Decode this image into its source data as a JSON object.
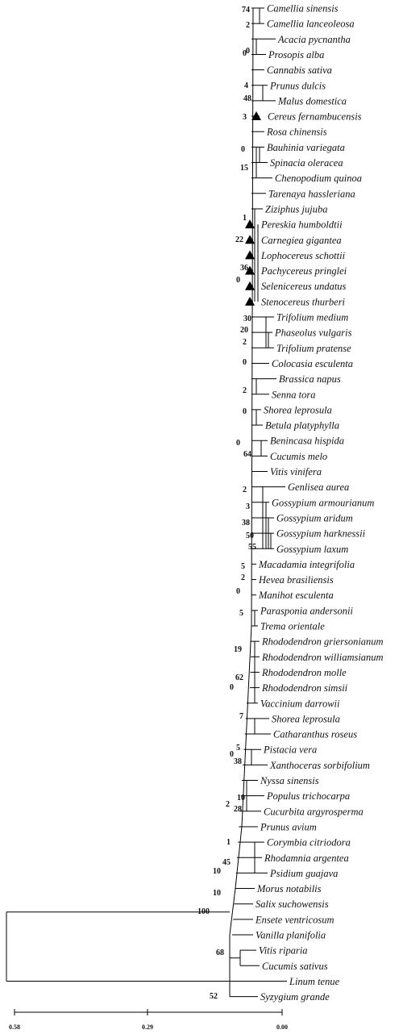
{
  "figure": {
    "marker_color": "#000000",
    "scale_ticks": [
      "0.58",
      "0.29",
      "0.00"
    ]
  },
  "taxa": [
    {
      "label": "Camellia sinensis"
    },
    {
      "label": "Camellia lanceoleosa"
    },
    {
      "label": "Acacia pycnantha"
    },
    {
      "label": "Prosopis alba"
    },
    {
      "label": "Cannabis sativa"
    },
    {
      "label": "Prunus dulcis"
    },
    {
      "label": "Malus domestica"
    },
    {
      "label": "Cereus fernambucensis",
      "marker": true
    },
    {
      "label": "Rosa chinensis"
    },
    {
      "label": "Bauhinia variegata"
    },
    {
      "label": "Spinacia oleracea"
    },
    {
      "label": "Chenopodium quinoa"
    },
    {
      "label": "Tarenaya hassleriana"
    },
    {
      "label": "Ziziphus jujuba"
    },
    {
      "label": "Pereskia humboldtii",
      "marker": true
    },
    {
      "label": "Carnegiea gigantea",
      "marker": true
    },
    {
      "label": "Lophocereus schottii",
      "marker": true
    },
    {
      "label": "Pachycereus pringlei",
      "marker": true
    },
    {
      "label": "Selenicereus undatus",
      "marker": true
    },
    {
      "label": "Stenocereus thurberi",
      "marker": true
    },
    {
      "label": "Trifolium medium"
    },
    {
      "label": "Phaseolus vulgaris"
    },
    {
      "label": "Trifolium pratense"
    },
    {
      "label": "Colocasia esculenta"
    },
    {
      "label": "Brassica napus"
    },
    {
      "label": "Senna tora"
    },
    {
      "label": "Shorea leprosula"
    },
    {
      "label": "Betula platyphylla"
    },
    {
      "label": "Benincasa hispida"
    },
    {
      "label": "Cucumis melo"
    },
    {
      "label": "Vitis vinifera"
    },
    {
      "label": "Genlisea aurea"
    },
    {
      "label": "Gossypium armourianum"
    },
    {
      "label": "Gossypium aridum"
    },
    {
      "label": "Gossypium harknessii"
    },
    {
      "label": "Gossypium laxum"
    },
    {
      "label": "Macadamia integrifolia"
    },
    {
      "label": "Hevea brasiliensis"
    },
    {
      "label": "Manihot esculenta"
    },
    {
      "label": "Parasponia andersonii"
    },
    {
      "label": "Trema orientale"
    },
    {
      "label": "Rhododendron griersonianum"
    },
    {
      "label": "Rhododendron williamsianum"
    },
    {
      "label": "Rhododendron molle"
    },
    {
      "label": "Rhododendron simsii"
    },
    {
      "label": "Vaccinium darrowii"
    },
    {
      "label": "Shorea leprosula"
    },
    {
      "label": "Catharanthus roseus"
    },
    {
      "label": "Pistacia vera"
    },
    {
      "label": "Xanthoceras sorbifolium"
    },
    {
      "label": "Nyssa sinensis"
    },
    {
      "label": "Populus trichocarpa"
    },
    {
      "label": "Cucurbita argyrosperma"
    },
    {
      "label": "Prunus avium"
    },
    {
      "label": "Corymbia citriodora"
    },
    {
      "label": "Rhodamnia argentea"
    },
    {
      "label": "Psidium guajava"
    },
    {
      "label": "Morus notabilis"
    },
    {
      "label": "Salix suchowensis"
    },
    {
      "label": "Ensete ventricosum"
    },
    {
      "label": "Vanilla planifolia"
    },
    {
      "label": "Vitis riparia"
    },
    {
      "label": "Cucumis sativus"
    },
    {
      "label": "Linum tenue"
    },
    {
      "label": "Syzygium grande"
    }
  ],
  "support_values": [
    "74",
    "2",
    "0",
    "0",
    "4",
    "48",
    "3",
    "0",
    "15",
    "1",
    "22",
    "36",
    "0",
    "30",
    "20",
    "2",
    "0",
    "2",
    "0",
    "0",
    "64",
    "2",
    "3",
    "38",
    "50",
    "55",
    "5",
    "2",
    "0",
    "5",
    "19",
    "62",
    "0",
    "7",
    "5",
    "38",
    "0",
    "10",
    "28",
    "2",
    "1",
    "45",
    "10",
    "10",
    "100",
    "68",
    "52"
  ]
}
